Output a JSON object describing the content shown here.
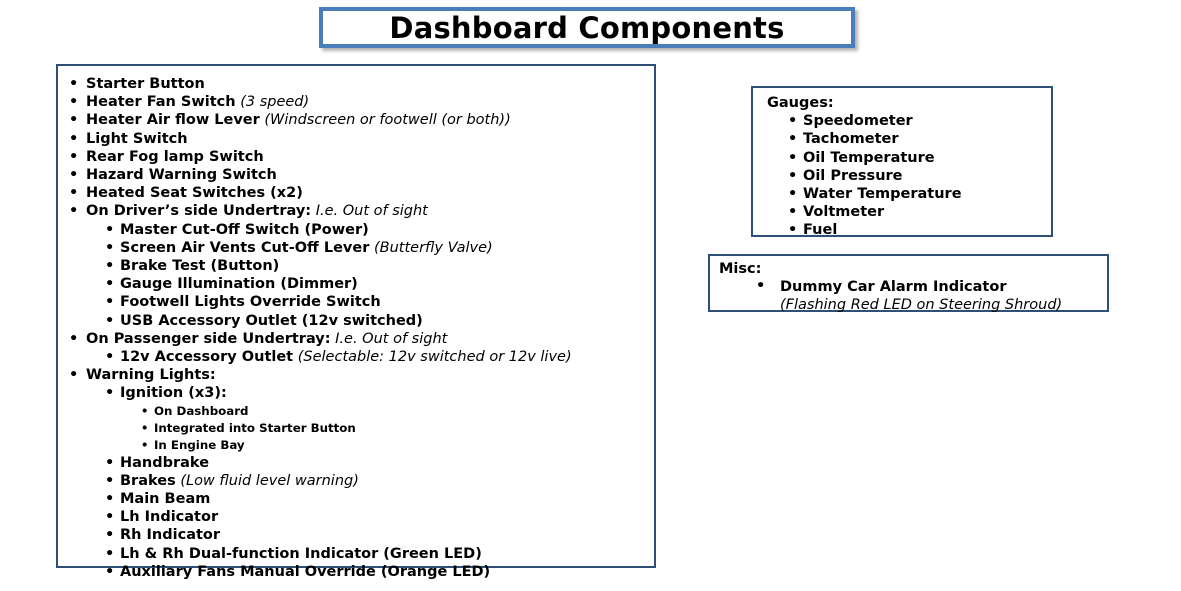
{
  "title": {
    "text": "Dashboard Components",
    "border_color": "#4a7ebb"
  },
  "panel_border_color": "#2e5077",
  "bullet_glyph": "•",
  "main_panel": {
    "items": [
      {
        "level": 1,
        "bold": "Starter Button",
        "italic": ""
      },
      {
        "level": 1,
        "bold": "Heater Fan Switch",
        "italic": "(3 speed)"
      },
      {
        "level": 1,
        "bold": "Heater Air flow Lever",
        "italic": "(Windscreen or footwell (or both))"
      },
      {
        "level": 1,
        "bold": "Light Switch",
        "italic": ""
      },
      {
        "level": 1,
        "bold": "Rear Fog lamp Switch",
        "italic": ""
      },
      {
        "level": 1,
        "bold": "Hazard Warning Switch",
        "italic": ""
      },
      {
        "level": 1,
        "bold": "Heated Seat Switches (x2)",
        "italic": ""
      },
      {
        "level": 1,
        "bold": "On Driver’s side Undertray:",
        "italic": "I.e. Out of sight"
      },
      {
        "level": 2,
        "bold": "Master Cut-Off Switch (Power)",
        "italic": ""
      },
      {
        "level": 2,
        "bold": "Screen Air Vents Cut-Off Lever",
        "italic": "(Butterfly Valve)"
      },
      {
        "level": 2,
        "bold": "Brake Test (Button)",
        "italic": ""
      },
      {
        "level": 2,
        "bold": "Gauge Illumination (Dimmer)",
        "italic": ""
      },
      {
        "level": 2,
        "bold": "Footwell Lights Override Switch",
        "italic": ""
      },
      {
        "level": 2,
        "bold": "USB Accessory Outlet (12v switched)",
        "italic": ""
      },
      {
        "level": 1,
        "bold": "On Passenger side Undertray:",
        "italic": "I.e. Out of sight"
      },
      {
        "level": 2,
        "bold": "12v Accessory Outlet",
        "italic": "(Selectable: 12v switched or 12v live)"
      },
      {
        "level": 1,
        "bold": "Warning Lights:",
        "italic": ""
      },
      {
        "level": 2,
        "bold": "Ignition (x3):",
        "italic": ""
      },
      {
        "level": 3,
        "bold": "On Dashboard",
        "italic": ""
      },
      {
        "level": 3,
        "bold": "Integrated into Starter Button",
        "italic": ""
      },
      {
        "level": 3,
        "bold": "In Engine Bay",
        "italic": ""
      },
      {
        "level": 2,
        "bold": "Handbrake",
        "italic": ""
      },
      {
        "level": 2,
        "bold": "Brakes",
        "italic": "(Low fluid level warning)"
      },
      {
        "level": 2,
        "bold": "Main Beam",
        "italic": ""
      },
      {
        "level": 2,
        "bold": "Lh Indicator",
        "italic": ""
      },
      {
        "level": 2,
        "bold": "Rh Indicator",
        "italic": ""
      },
      {
        "level": 2,
        "bold": "Lh & Rh Dual-function Indicator (Green LED)",
        "italic": ""
      },
      {
        "level": 2,
        "bold": "Auxiliary Fans Manual Override (Orange LED)",
        "italic": ""
      }
    ]
  },
  "gauges_panel": {
    "heading": "Gauges:",
    "items": [
      {
        "level": 2,
        "bold": "Speedometer",
        "italic": ""
      },
      {
        "level": 2,
        "bold": "Tachometer",
        "italic": ""
      },
      {
        "level": 2,
        "bold": "Oil Temperature",
        "italic": ""
      },
      {
        "level": 2,
        "bold": "Oil Pressure",
        "italic": ""
      },
      {
        "level": 2,
        "bold": "Water Temperature",
        "italic": ""
      },
      {
        "level": 2,
        "bold": "Voltmeter",
        "italic": ""
      },
      {
        "level": 2,
        "bold": "Fuel",
        "italic": ""
      }
    ]
  },
  "misc_panel": {
    "heading": "Misc:",
    "item_line1": "Dummy Car Alarm Indicator",
    "item_line2": "(Flashing Red LED on Steering Shroud)"
  }
}
